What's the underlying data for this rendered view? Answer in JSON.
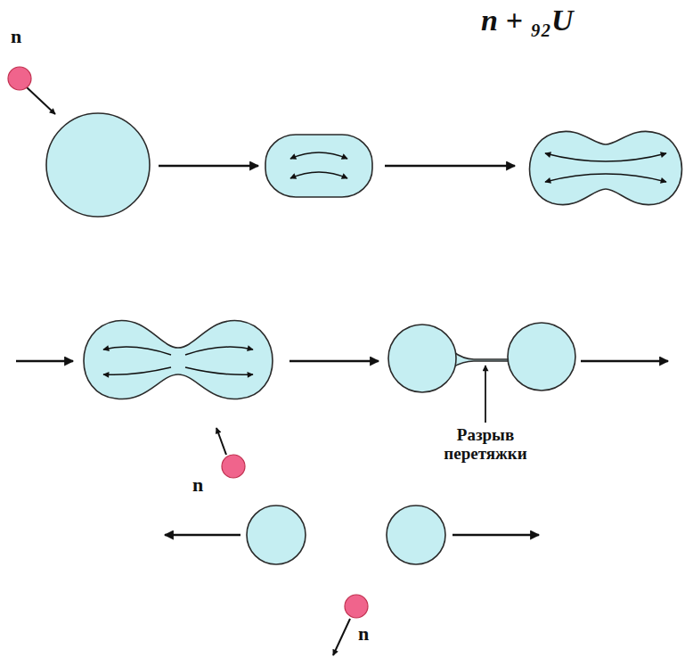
{
  "diagram": {
    "title": "n + ₉₂U",
    "nodes": [
      {
        "text": [
          "n"
        ]
      },
      {
        "text": [
          "n"
        ]
      },
      {
        "text": [
          "n"
        ]
      }
    ],
    "labels": [
      "Разрыв перетяжки"
    ]
  }
}
